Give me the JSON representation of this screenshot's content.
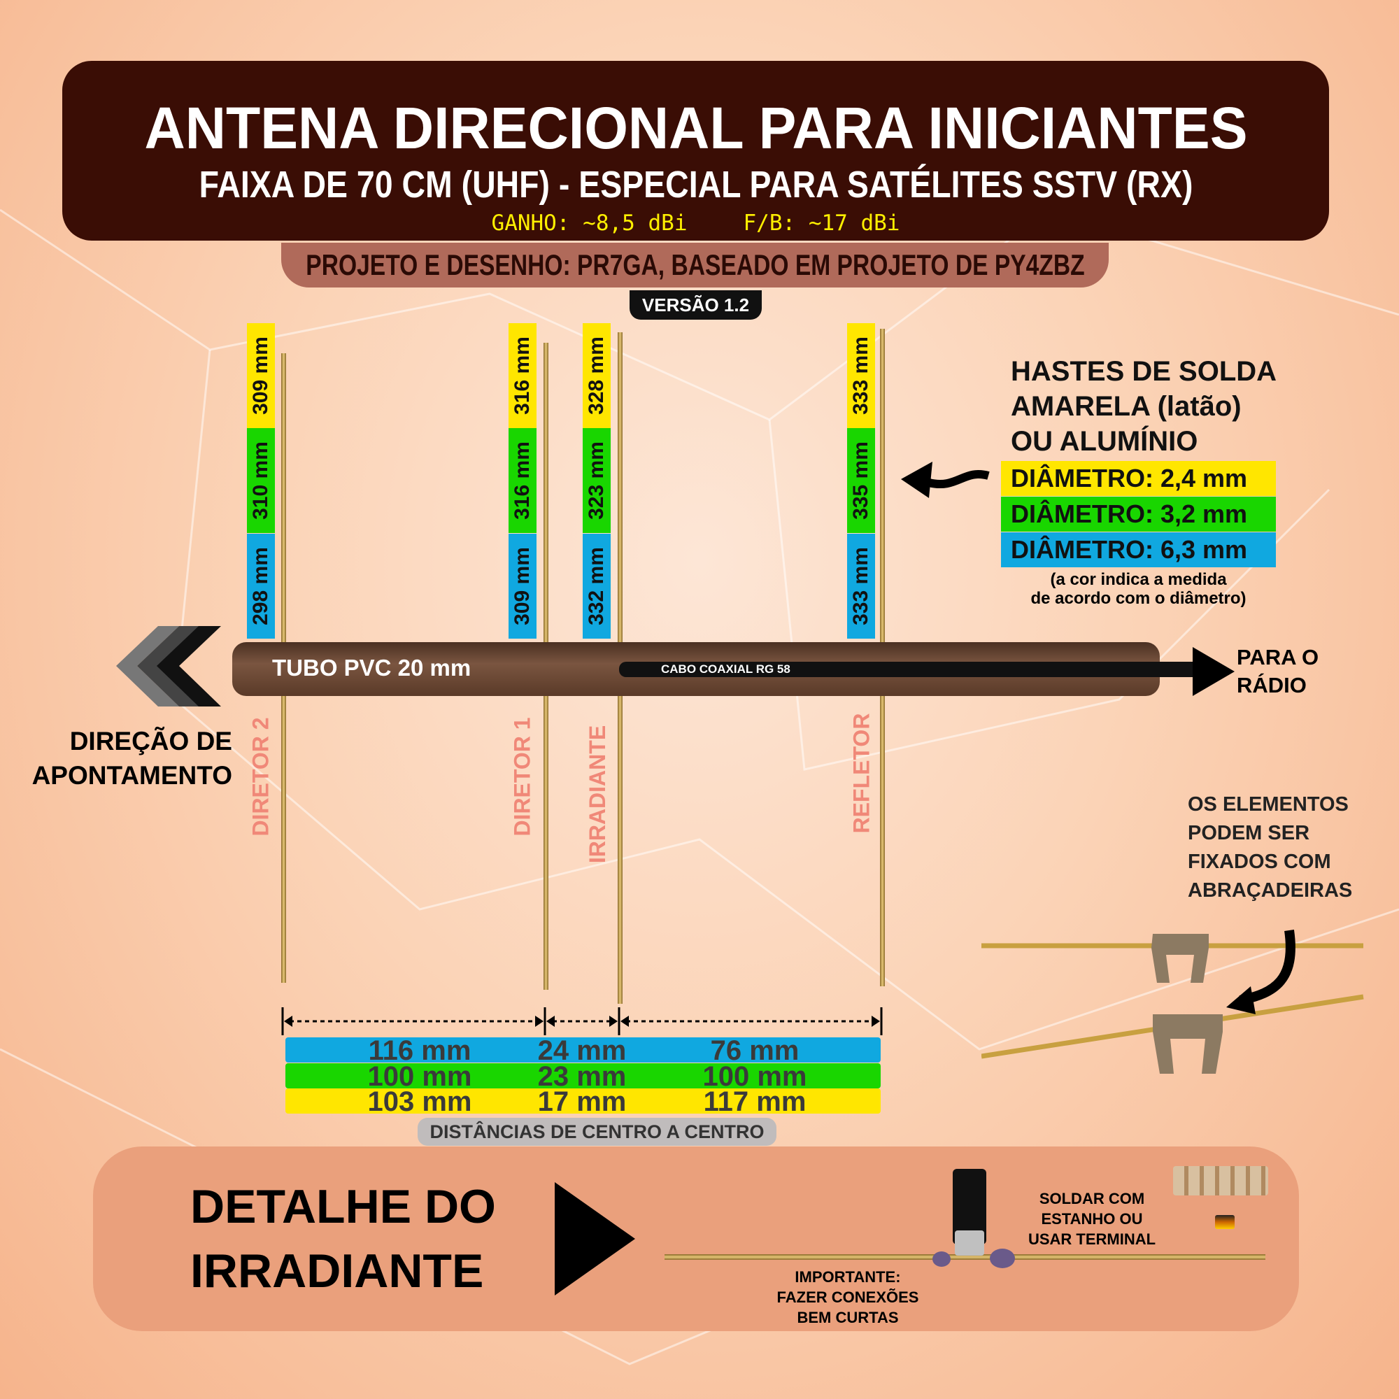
{
  "header": {
    "title": "ANTENA DIRECIONAL PARA INICIANTES",
    "subtitle": "FAIXA DE 70 CM (UHF) - ESPECIAL PARA SATÉLITES SSTV (RX)",
    "gain": "GANHO: ~8,5 dBi",
    "fb": "F/B: ~17 dBi"
  },
  "credits": "PROJETO E DESENHO: PR7GA, BASEADO EM PROJETO DE PY4ZBZ",
  "version": "VERSÃO 1.2",
  "elements": [
    {
      "name": "DIRETOR 2",
      "yellow": "309 mm",
      "green": "310 mm",
      "blue": "298 mm"
    },
    {
      "name": "DIRETOR 1",
      "yellow": "316 mm",
      "green": "316 mm",
      "blue": "309 mm"
    },
    {
      "name": "IRRADIANTE",
      "yellow": "328 mm",
      "green": "323 mm",
      "blue": "332 mm"
    },
    {
      "name": "REFLETOR",
      "yellow": "333 mm",
      "green": "335 mm",
      "blue": "333 mm"
    }
  ],
  "boom": {
    "label": "TUBO PVC 20 mm",
    "cable": "CABO COAXIAL RG 58",
    "to_radio": [
      "PARA O",
      "RÁDIO"
    ]
  },
  "direction": [
    "DIREÇÃO DE",
    "APONTAMENTO"
  ],
  "legend": {
    "title": [
      "HASTES DE SOLDA",
      "AMARELA (latão)",
      "OU ALUMÍNIO"
    ],
    "items": [
      "DIÂMETRO: 2,4 mm",
      "DIÂMETRO: 3,2 mm",
      "DIÂMETRO: 6,3 mm"
    ],
    "note": [
      "(a cor indica a medida",
      "de acordo com o diâmetro)"
    ],
    "colors": [
      "#ffe600",
      "#19d600",
      "#10a8e0"
    ]
  },
  "distances": {
    "blue": [
      "116 mm",
      "24 mm",
      "76 mm"
    ],
    "green": [
      "100 mm",
      "23 mm",
      "100 mm"
    ],
    "yellow": [
      "103 mm",
      "17 mm",
      "117 mm"
    ],
    "label": "DISTÂNCIAS DE CENTRO A CENTRO"
  },
  "clamps": [
    "OS ELEMENTOS",
    "PODEM SER",
    "FIXADOS COM",
    "ABRAÇADEIRAS"
  ],
  "detail": {
    "title": [
      "DETALHE DO",
      "IRRADIANTE"
    ],
    "solder": [
      "SOLDAR COM",
      "ESTANHO OU",
      "USAR TERMINAL"
    ],
    "important": [
      "IMPORTANTE:",
      "FAZER CONEXÕES",
      "BEM CURTAS"
    ]
  }
}
